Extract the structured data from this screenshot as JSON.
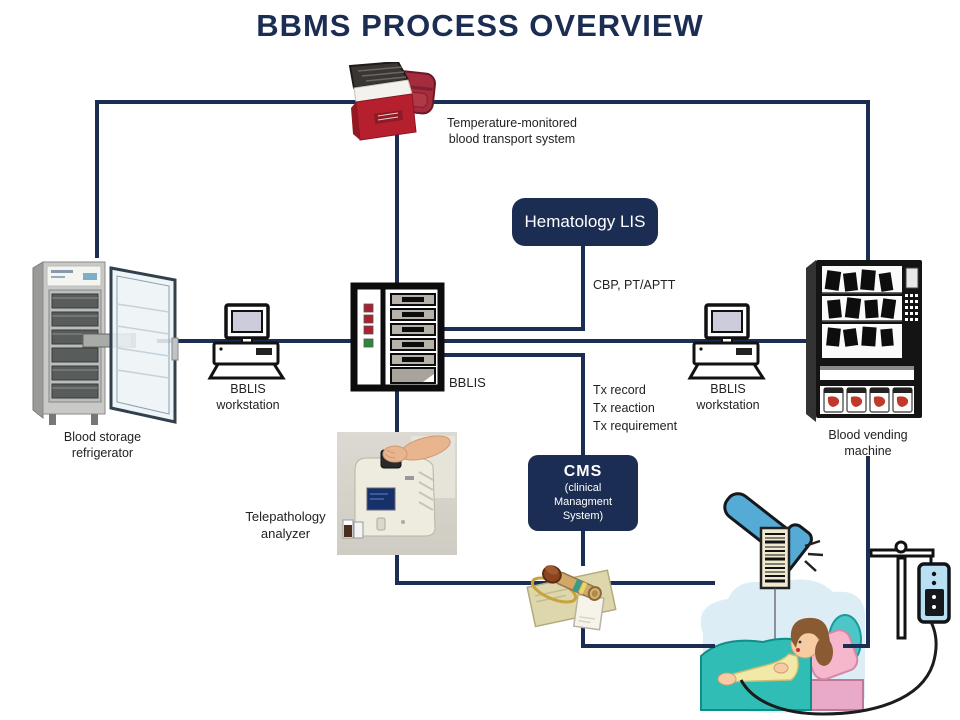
{
  "title": "BBMS PROCESS OVERVIEW",
  "colors": {
    "navy": "#1b2d52"
  },
  "labels": {
    "transport": "Temperature-monitored\nblood transport system",
    "fridge": "Blood storage\nrefrigerator",
    "workstation_left": "BBLIS\nworkstation",
    "server": "BBLIS",
    "workstation_right": "BBLIS\nworkstation",
    "vending": "Blood vending\nmachine",
    "analyzer": "Telepathology\nanalyzer",
    "cbp": "CBP, PT/APTT",
    "tx": "Tx record\nTx reaction\nTx requirement"
  },
  "boxes": {
    "hematology": {
      "label": "Hematology LIS"
    },
    "cms": {
      "title": "CMS",
      "subtitle": "(clinical\nManagment\nSystem)"
    }
  }
}
